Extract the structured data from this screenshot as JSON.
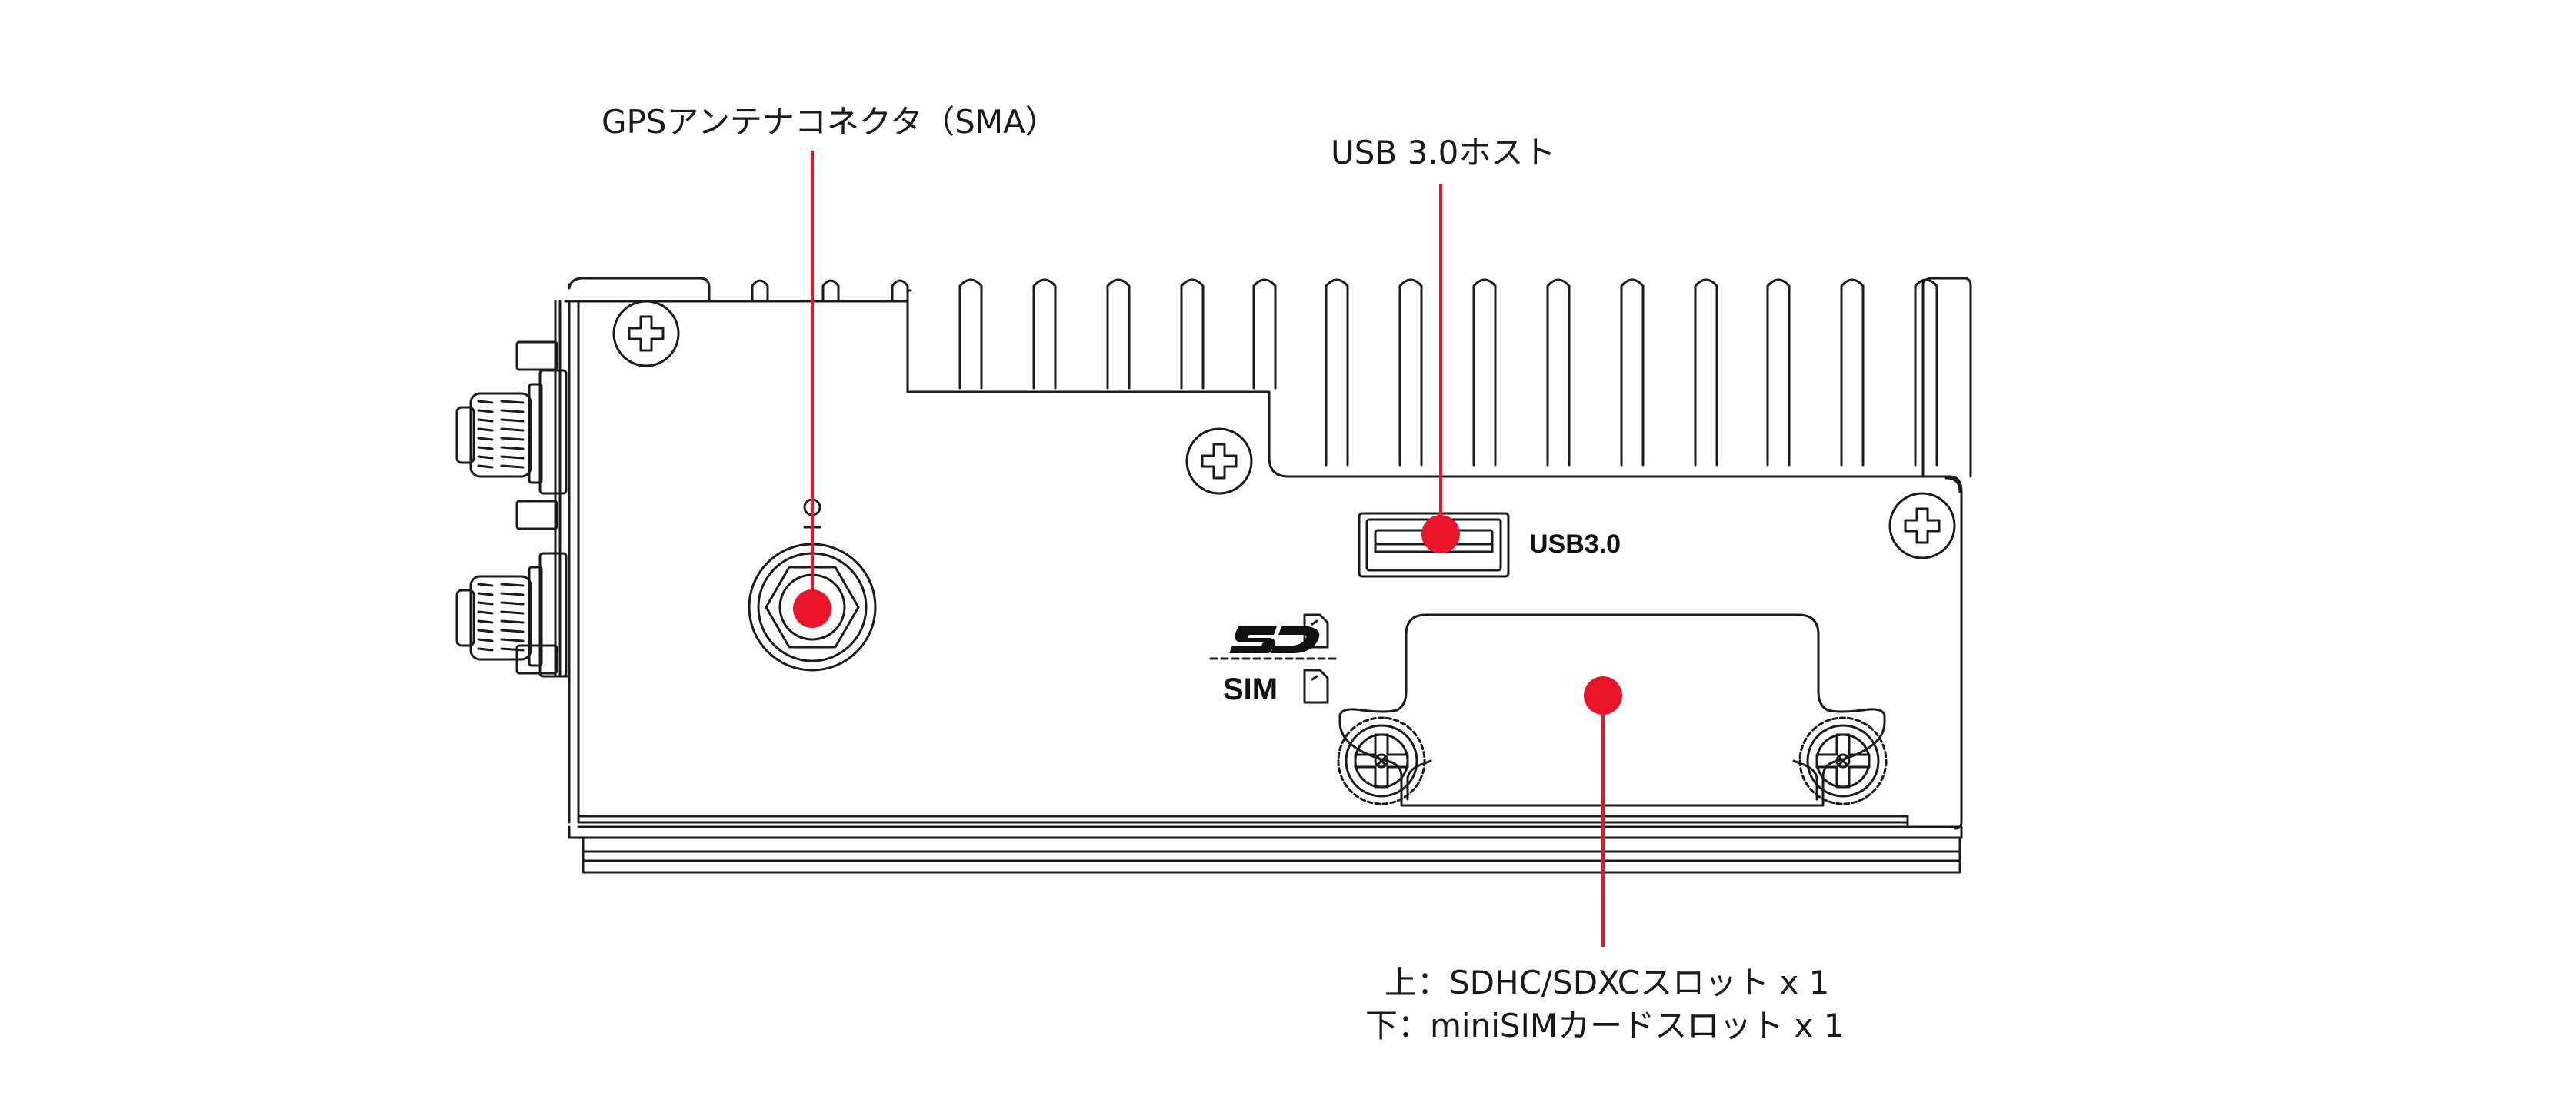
{
  "callouts": {
    "gps": "GPSアンテナコネクタ（SMA）",
    "usb": "USB 3.0ホスト",
    "slot_upper": "上：SDHC/SDXCスロット x 1",
    "slot_lower": "下：miniSIMカードスロット x 1"
  },
  "panel": {
    "usb_label": "USB3.0",
    "sd_label": "SD",
    "sim_label": "SIM"
  },
  "colors": {
    "accent": "#e8152b",
    "line": "#1a1a1a",
    "background": "#ffffff"
  },
  "icons": {
    "screw": "phillips-screw-icon",
    "sd": "sd-logo-icon",
    "card": "card-slot-icon",
    "antenna": "antenna-icon"
  }
}
